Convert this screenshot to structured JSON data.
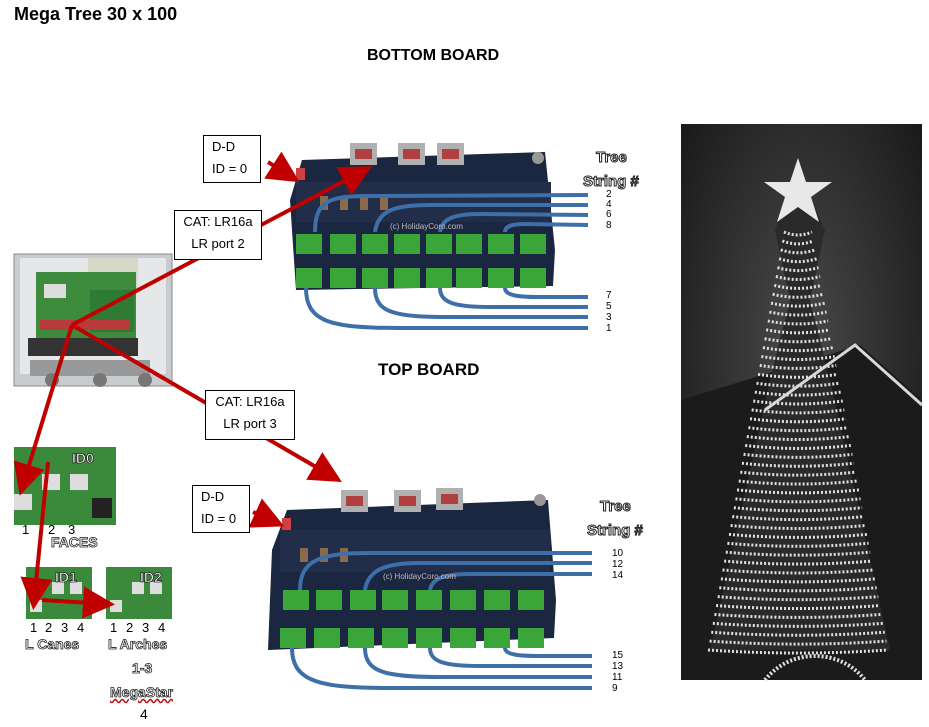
{
  "title": "Mega Tree 30 x 100",
  "bottom_board": {
    "heading": "BOTTOM BOARD",
    "dd_label": "D-D",
    "id_label": "ID = 0",
    "tree_label_1": "Tree",
    "tree_label_2": "String #",
    "top_strings": [
      "2",
      "4",
      "6",
      "8"
    ],
    "bottom_strings": [
      "7",
      "5",
      "3",
      "1"
    ],
    "watermark": "(c) HolidayCoro.com"
  },
  "top_board": {
    "heading": "TOP BOARD",
    "dd_label": "D-D",
    "id_label": "ID = 0",
    "tree_label_1": "Tree",
    "tree_label_2": "String #",
    "top_strings": [
      "10",
      "12",
      "14"
    ],
    "bottom_strings": [
      "15",
      "13",
      "11",
      "9"
    ],
    "watermark": "(c) HolidayCoro.com"
  },
  "cat_boxes": [
    {
      "line1": "CAT: LR16a",
      "line2": "LR port 2"
    },
    {
      "line1": "CAT: LR16a",
      "line2": "LR port 3"
    }
  ],
  "small_boards": {
    "id0": {
      "id": "ID0",
      "ports": [
        "1",
        "2",
        "3"
      ],
      "label": "FACES"
    },
    "id1": {
      "id": "ID1",
      "ports": [
        "1",
        "2",
        "3",
        "4"
      ],
      "label": "L Canes"
    },
    "id2": {
      "id": "ID2",
      "ports": [
        "1",
        "2",
        "3",
        "4"
      ],
      "label": "L Arches",
      "label2": "1-3",
      "label3": "MegaStar",
      "label4": "4"
    }
  },
  "colors": {
    "arrow": "#c00000",
    "cable": "#3f6fa8",
    "pcb": "#1b2640",
    "terminal": "#3aa63a"
  }
}
